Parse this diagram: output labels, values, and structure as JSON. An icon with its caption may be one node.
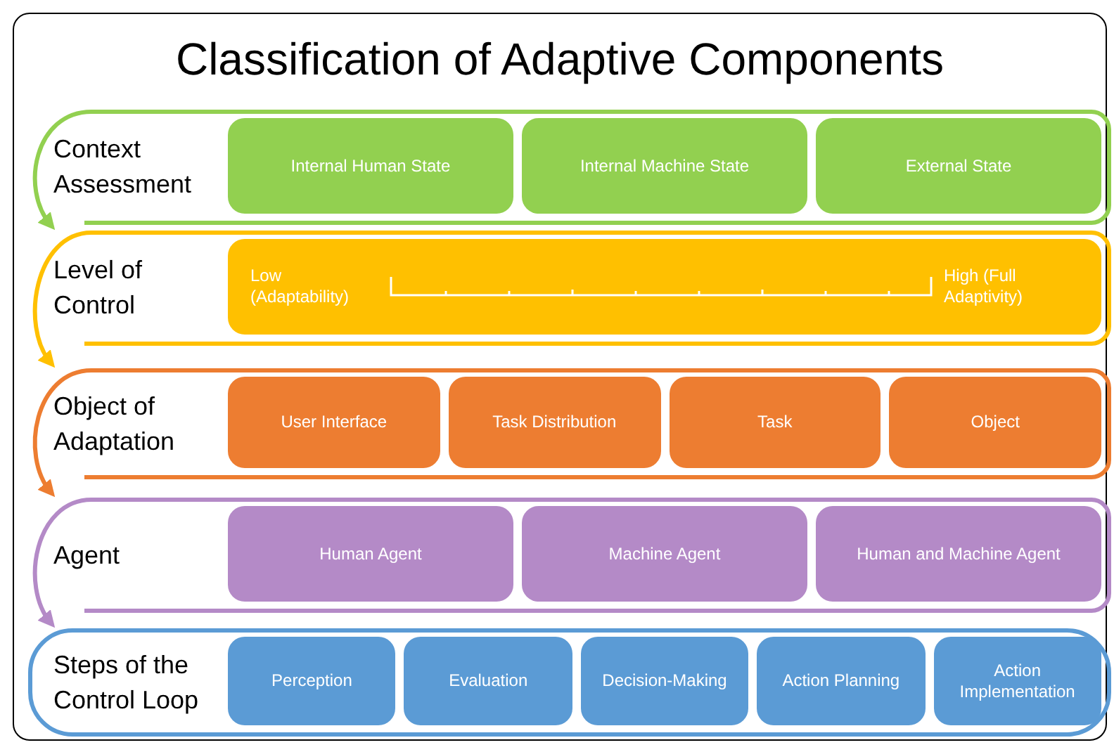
{
  "diagram": {
    "title": "Classification of Adaptive Components",
    "nodes": [
      {
        "text": [
          "Context Assessment"
        ]
      },
      {
        "text": [
          "Internal Human State"
        ],
        "in": 0
      },
      {
        "text": [
          "Internal Machine State"
        ],
        "in": 0
      },
      {
        "text": [
          "External State"
        ],
        "in": 0
      },
      {
        "text": [
          "Level of Control"
        ]
      },
      {
        "text": [
          "Low (Adaptability)",
          "High (Full Adaptivity)"
        ],
        "in": 4
      },
      {
        "text": [
          "Object of Adaptation"
        ]
      },
      {
        "text": [
          "User Interface"
        ],
        "in": 6
      },
      {
        "text": [
          "Task Distribution"
        ],
        "in": 6
      },
      {
        "text": [
          "Task"
        ],
        "in": 6
      },
      {
        "text": [
          "Object"
        ],
        "in": 6
      },
      {
        "text": [
          "Agent"
        ]
      },
      {
        "text": [
          "Human Agent"
        ],
        "in": 11
      },
      {
        "text": [
          "Machine Agent"
        ],
        "in": 11
      },
      {
        "text": [
          "Human and Machine Agent"
        ],
        "in": 11
      },
      {
        "text": [
          "Steps of the Control Loop"
        ]
      },
      {
        "text": [
          "Perception"
        ],
        "in": 15
      },
      {
        "text": [
          "Evaluation"
        ],
        "in": 15
      },
      {
        "text": [
          "Decision-Making"
        ],
        "in": 15
      },
      {
        "text": [
          "Action Planning"
        ],
        "in": 15
      },
      {
        "text": [
          "Action Implementation"
        ],
        "in": 15
      }
    ],
    "edges": [
      {
        "from": 0,
        "to": 4,
        "arrow": "to",
        "color": "#92d050"
      },
      {
        "from": 4,
        "to": 6,
        "arrow": "to",
        "color": "#ffc000"
      },
      {
        "from": 6,
        "to": 11,
        "arrow": "to",
        "color": "#ed7d31"
      },
      {
        "from": 11,
        "to": 15,
        "arrow": "to",
        "color": "#b48ac7"
      }
    ]
  }
}
